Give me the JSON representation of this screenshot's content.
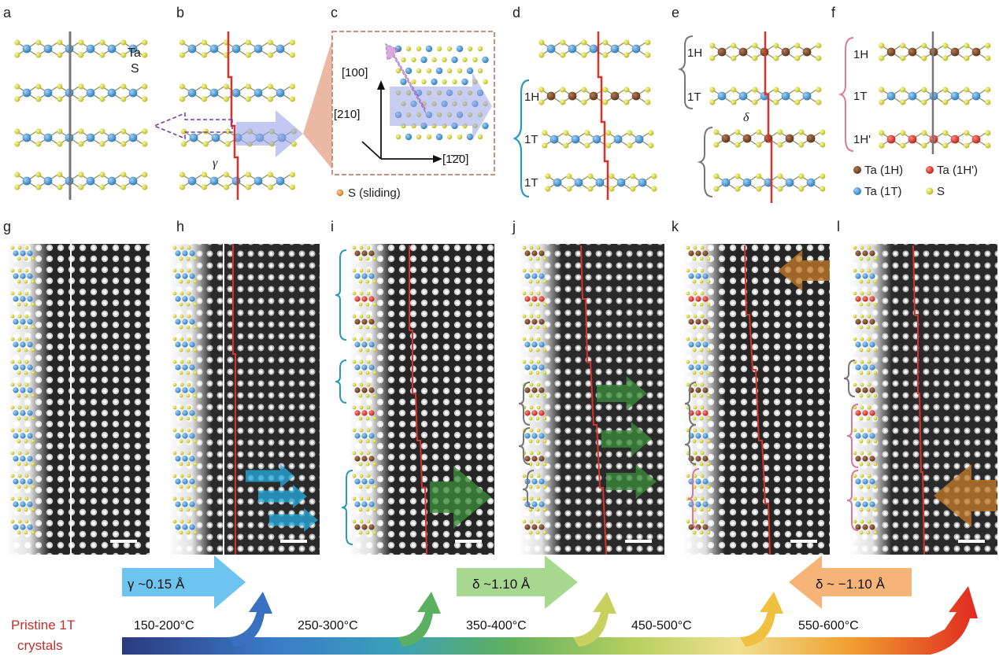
{
  "panels": {
    "a": "a",
    "b": "b",
    "c": "c",
    "d": "d",
    "e": "e",
    "f": "f",
    "g": "g",
    "h": "h",
    "i": "i",
    "j": "j",
    "k": "k",
    "l": "l"
  },
  "panel_a": {
    "ta": "Ta",
    "s": "S"
  },
  "panel_b": {
    "gamma": "γ"
  },
  "panel_c": {
    "dir_100": "[100]",
    "dir_210": "[210]",
    "dir_120": "[1̄2̄0]",
    "legend_s_sliding": "S (sliding)"
  },
  "panel_d": {
    "l1": "1H",
    "l2": "1T",
    "l3": "1T"
  },
  "panel_e": {
    "l1": "1H",
    "l2": "1T",
    "delta": "δ"
  },
  "panel_f": {
    "l1": "1H",
    "l2": "1T",
    "l3": "1H'"
  },
  "legend": {
    "ta_1h": "Ta (1H)",
    "ta_1hp": "Ta (1H')",
    "ta_1t": "Ta (1T)",
    "s": "S",
    "colors": {
      "ta_1h": "#7a4a2a",
      "ta_1hp": "#d0342c",
      "ta_1t": "#3d8fd0",
      "s": "#d8d83a"
    }
  },
  "timeline": {
    "start_label": "Pristine 1T\ncrystals",
    "start_line1": "Pristine 1T",
    "start_line2": "crystals",
    "steps": [
      "150-200°C",
      "250-300°C",
      "350-400°C",
      "450-500°C",
      "550-600°C"
    ],
    "shift_gamma": "γ ~0.15 Å",
    "shift_delta_pos": "δ ~1.10 Å",
    "shift_delta_neg": "δ ~ −1.10 Å"
  }
}
